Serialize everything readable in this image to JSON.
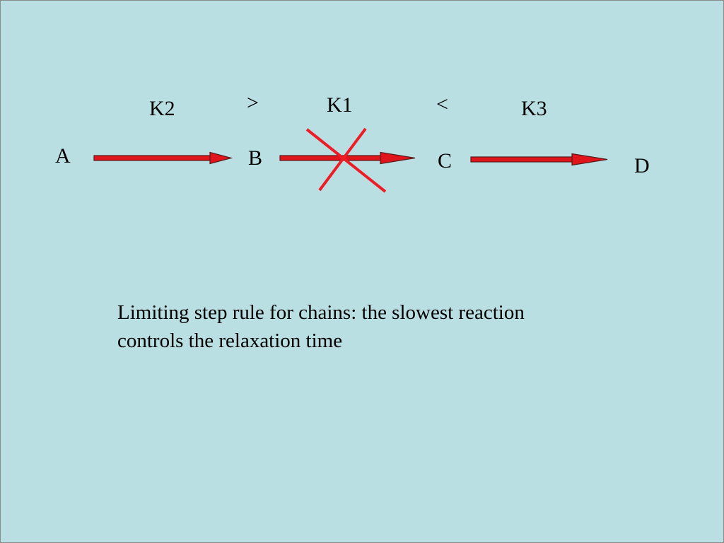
{
  "diagram": {
    "nodes": [
      "A",
      "B",
      "C",
      "D"
    ],
    "rate_labels": {
      "first": "K2",
      "second": "K1",
      "third": "K3"
    },
    "comparisons": {
      "left": ">",
      "right": "<"
    },
    "arrow_color": "#e0151b",
    "cross_color": "#ee1c25",
    "background_color": "#b9dfe3"
  },
  "caption": {
    "line1": "Limiting step rule for chains: the slowest reaction",
    "line2": "controls the relaxation time"
  }
}
